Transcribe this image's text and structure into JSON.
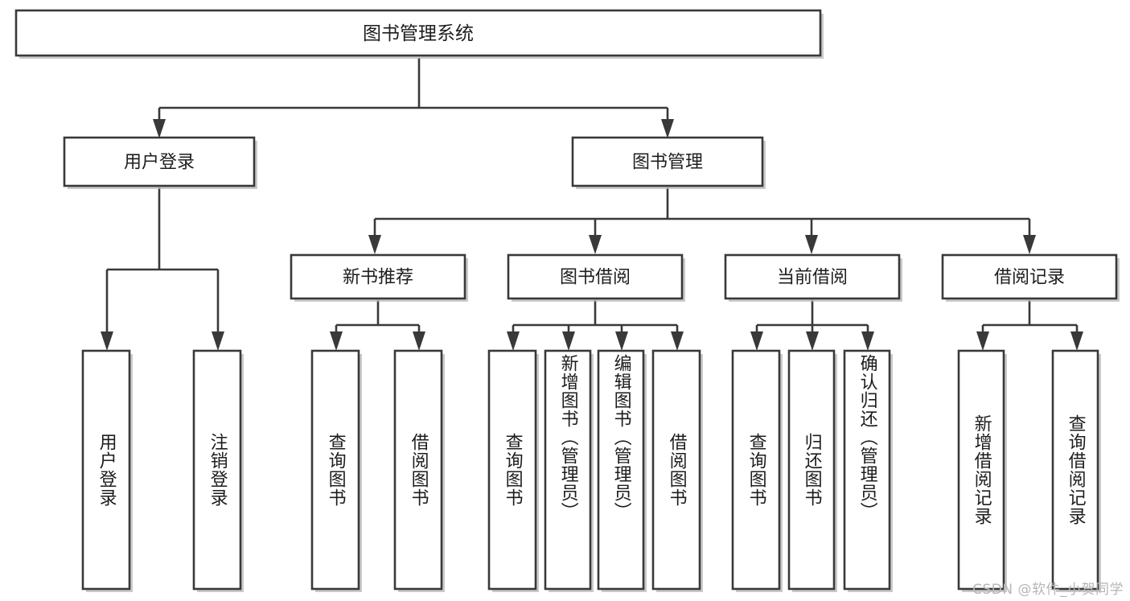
{
  "diagram": {
    "title": "图书管理系统",
    "type": "tree",
    "watermark": "CSDN @软件_小贺同学",
    "colors": {
      "stroke": "#393939",
      "fill": "#ffffff",
      "text": "#1d1d1d",
      "shadow": "#b8b8b8",
      "watermark": "#b6b6b6"
    },
    "root": {
      "label": "图书管理系统",
      "level": 0
    },
    "level1": [
      {
        "label": "用户登录"
      },
      {
        "label": "图书管理"
      }
    ],
    "level2": [
      {
        "label": "新书推荐",
        "parent": "图书管理"
      },
      {
        "label": "图书借阅",
        "parent": "图书管理"
      },
      {
        "label": "当前借阅",
        "parent": "图书管理"
      },
      {
        "label": "借阅记录",
        "parent": "图书管理"
      }
    ],
    "leaves": [
      {
        "label": "用户登录",
        "parent": "用户登录"
      },
      {
        "label": "注销登录",
        "parent": "用户登录"
      },
      {
        "label": "查询图书",
        "parent": "新书推荐"
      },
      {
        "label": "借阅图书",
        "parent": "新书推荐"
      },
      {
        "label": "查询图书",
        "parent": "图书借阅"
      },
      {
        "label": "新增图书（管理员）",
        "parent": "图书借阅"
      },
      {
        "label": "编辑图书（管理员）",
        "parent": "图书借阅"
      },
      {
        "label": "借阅图书",
        "parent": "图书借阅"
      },
      {
        "label": "查询图书",
        "parent": "当前借阅"
      },
      {
        "label": "归还图书",
        "parent": "当前借阅"
      },
      {
        "label": "确认归还（管理员）",
        "parent": "当前借阅"
      },
      {
        "label": "新增借阅记录",
        "parent": "借阅记录"
      },
      {
        "label": "查询借阅记录",
        "parent": "借阅记录"
      }
    ]
  }
}
